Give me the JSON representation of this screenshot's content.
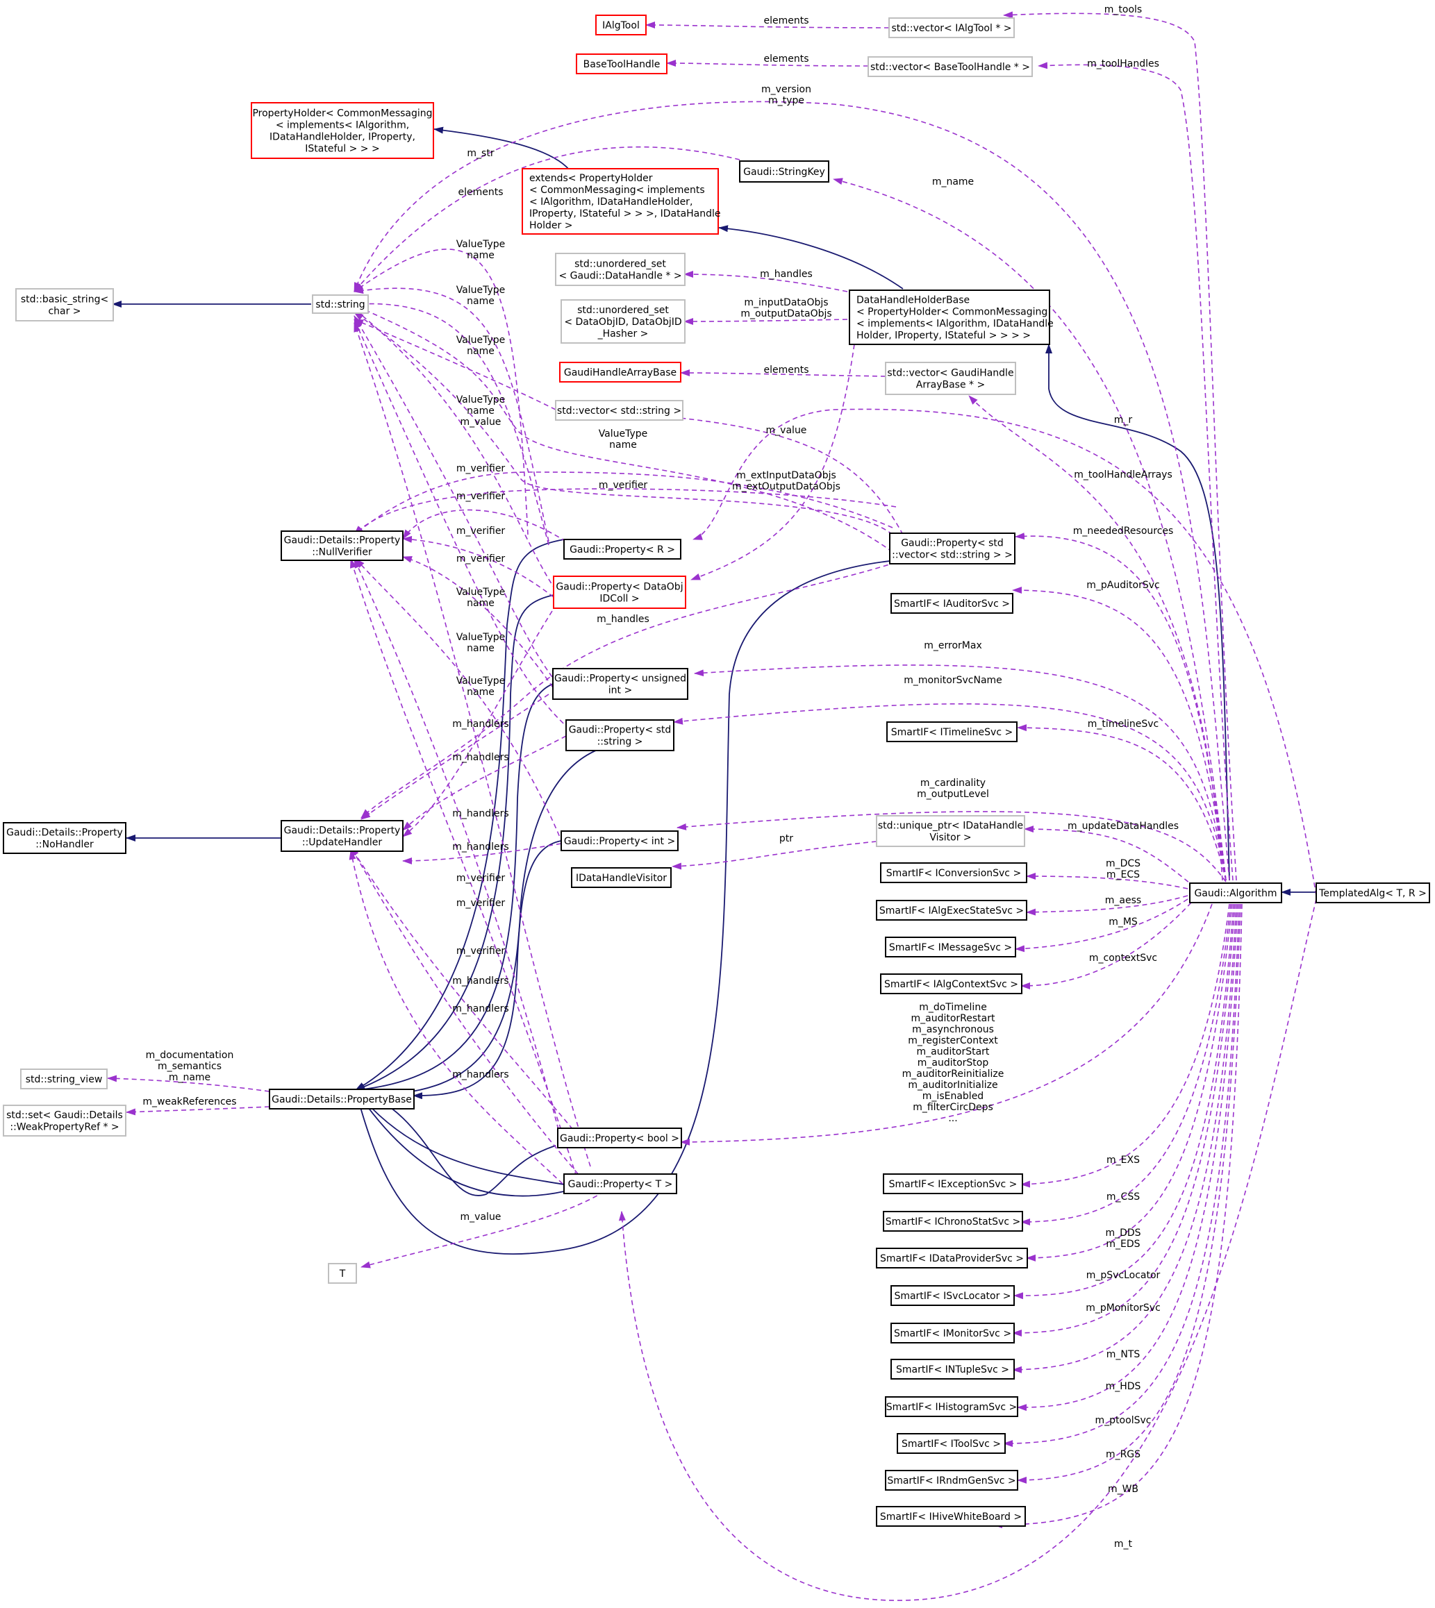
{
  "colors": {
    "highlight_fill": "#bfbfbf",
    "red_border": "#ff0000",
    "black_border": "#000000",
    "gray_border": "#bfbfbf",
    "usage_edge": "#9a32cd",
    "inherit_edge": "#191970"
  },
  "nodes": {
    "ialgtool": {
      "lines": [
        "IAlgTool"
      ],
      "border": "red"
    },
    "basetoolhandle": {
      "lines": [
        "BaseToolHandle"
      ],
      "border": "red"
    },
    "propertyholder": {
      "lines": [
        "PropertyHolder< CommonMessaging",
        "< implements< IAlgorithm,",
        "IDataHandleHolder, IProperty,",
        "IStateful > > >"
      ],
      "border": "red"
    },
    "extends": {
      "lines": [
        "extends< PropertyHolder",
        "< CommonMessaging< implements",
        "< IAlgorithm, IDataHandleHolder,",
        "IProperty, IStateful > > >, IDataHandle",
        "Holder >"
      ],
      "border": "red"
    },
    "gaudihandlearraybase": {
      "lines": [
        "GaudiHandleArrayBase"
      ],
      "border": "red"
    },
    "prop_dataobjidcoll": {
      "lines": [
        "Gaudi::Property< DataObj",
        "IDColl >"
      ],
      "border": "red"
    },
    "vec_ialgtool": {
      "lines": [
        "std::vector< IAlgTool * >"
      ],
      "border": "gray"
    },
    "vec_basetoolhandle": {
      "lines": [
        "std::vector< BaseToolHandle * >"
      ],
      "border": "gray"
    },
    "stringkey": {
      "lines": [
        "Gaudi::StringKey"
      ],
      "border": "black"
    },
    "basic_string": {
      "lines": [
        "std::basic_string<",
        "char >"
      ],
      "border": "gray"
    },
    "std_string": {
      "lines": [
        "std::string"
      ],
      "border": "gray"
    },
    "unordered_set_dh": {
      "lines": [
        "std::unordered_set",
        "< Gaudi::DataHandle * >"
      ],
      "border": "gray"
    },
    "unordered_set_doid": {
      "lines": [
        "std::unordered_set",
        "< DataObjID, DataObjID",
        "_Hasher >"
      ],
      "border": "gray"
    },
    "datahandleholderbase": {
      "lines": [
        "DataHandleHolderBase",
        "< PropertyHolder< CommonMessaging",
        "< implements< IAlgorithm, IDataHandle",
        "Holder, IProperty, IStateful > > > >"
      ],
      "border": "black"
    },
    "vec_gaudihandle": {
      "lines": [
        "std::vector< GaudiHandle",
        "ArrayBase * >"
      ],
      "border": "gray"
    },
    "vec_string": {
      "lines": [
        "std::vector< std::string >"
      ],
      "border": "gray"
    },
    "nullverifier": {
      "lines": [
        "Gaudi::Details::Property",
        "::NullVerifier"
      ],
      "border": "black"
    },
    "prop_r": {
      "lines": [
        "Gaudi::Property< R >"
      ],
      "border": "black"
    },
    "prop_vecstring": {
      "lines": [
        "Gaudi::Property< std",
        "::vector< std::string > >"
      ],
      "border": "black"
    },
    "smart_auditor": {
      "lines": [
        "SmartIF< IAuditorSvc >"
      ],
      "border": "black"
    },
    "prop_unsigned": {
      "lines": [
        "Gaudi::Property< unsigned",
        "int >"
      ],
      "border": "black"
    },
    "prop_stdstring": {
      "lines": [
        "Gaudi::Property< std",
        "::string >"
      ],
      "border": "black"
    },
    "smart_timeline": {
      "lines": [
        "SmartIF< ITimelineSvc >"
      ],
      "border": "black"
    },
    "nohandler": {
      "lines": [
        "Gaudi::Details::Property",
        "::NoHandler"
      ],
      "border": "black"
    },
    "updatehandler": {
      "lines": [
        "Gaudi::Details::Property",
        "::UpdateHandler"
      ],
      "border": "black"
    },
    "prop_int": {
      "lines": [
        "Gaudi::Property< int >"
      ],
      "border": "black"
    },
    "unique_ptr": {
      "lines": [
        "std::unique_ptr< IDataHandle",
        "Visitor >"
      ],
      "border": "gray"
    },
    "idatahandlevisitor": {
      "lines": [
        "IDataHandleVisitor"
      ],
      "border": "black"
    },
    "smart_conversion": {
      "lines": [
        "SmartIF< IConversionSvc >"
      ],
      "border": "black"
    },
    "algorithm": {
      "lines": [
        "Gaudi::Algorithm"
      ],
      "border": "black"
    },
    "templatedalg": {
      "lines": [
        "TemplatedAlg< T, R >"
      ],
      "border": "black",
      "highlight": true
    },
    "smart_algexec": {
      "lines": [
        "SmartIF< IAlgExecStateSvc >"
      ],
      "border": "black"
    },
    "smart_message": {
      "lines": [
        "SmartIF< IMessageSvc >"
      ],
      "border": "black"
    },
    "smart_algcontext": {
      "lines": [
        "SmartIF< IAlgContextSvc >"
      ],
      "border": "black"
    },
    "string_view": {
      "lines": [
        "std::string_view"
      ],
      "border": "gray"
    },
    "propertybase": {
      "lines": [
        "Gaudi::Details::PropertyBase"
      ],
      "border": "black"
    },
    "set_weak": {
      "lines": [
        "std::set< Gaudi::Details",
        "::WeakPropertyRef * >"
      ],
      "border": "gray"
    },
    "prop_bool": {
      "lines": [
        "Gaudi::Property< bool >"
      ],
      "border": "black"
    },
    "prop_t": {
      "lines": [
        "Gaudi::Property< T >"
      ],
      "border": "black"
    },
    "t": {
      "lines": [
        "T"
      ],
      "border": "gray"
    },
    "smart_exception": {
      "lines": [
        "SmartIF< IExceptionSvc >"
      ],
      "border": "black"
    },
    "smart_chrono": {
      "lines": [
        "SmartIF< IChronoStatSvc >"
      ],
      "border": "black"
    },
    "smart_dataprovider": {
      "lines": [
        "SmartIF< IDataProviderSvc >"
      ],
      "border": "black"
    },
    "smart_svclocator": {
      "lines": [
        "SmartIF< ISvcLocator >"
      ],
      "border": "black"
    },
    "smart_monitor": {
      "lines": [
        "SmartIF< IMonitorSvc >"
      ],
      "border": "black"
    },
    "smart_ntuple": {
      "lines": [
        "SmartIF< INTupleSvc >"
      ],
      "border": "black"
    },
    "smart_histogram": {
      "lines": [
        "SmartIF< IHistogramSvc >"
      ],
      "border": "black"
    },
    "smart_tool": {
      "lines": [
        "SmartIF< IToolSvc >"
      ],
      "border": "black"
    },
    "smart_rndm": {
      "lines": [
        "SmartIF< IRndmGenSvc >"
      ],
      "border": "black"
    },
    "smart_whiteboard": {
      "lines": [
        "SmartIF< IHiveWhiteBoard >"
      ],
      "border": "black"
    }
  },
  "edge_labels": {
    "el_elements_tool": [
      "elements"
    ],
    "el_elements_bth": [
      "elements"
    ],
    "el_m_tools": [
      "m_tools"
    ],
    "el_m_toolhandles": [
      "m_toolHandles"
    ],
    "el_version": [
      "m_version",
      "m_type"
    ],
    "el_m_str": [
      "m_str"
    ],
    "el_m_name": [
      "m_name"
    ],
    "el_elements_str": [
      "elements"
    ],
    "el_vt1": [
      "ValueType",
      "name"
    ],
    "el_m_handles_dh": [
      "m_handles"
    ],
    "el_vt2": [
      "ValueType",
      "name"
    ],
    "el_inputobjs": [
      "m_inputDataObjs",
      "m_outputDataObjs"
    ],
    "el_vt3": [
      "ValueType",
      "name"
    ],
    "el_elements_gh": [
      "elements"
    ],
    "el_vt4": [
      "ValueType",
      "name",
      "m_value"
    ],
    "el_m_r": [
      "m_r"
    ],
    "el_m_value_vec": [
      "m_value"
    ],
    "el_vt5": [
      "ValueType",
      "name"
    ],
    "el_toolhandlearrays": [
      "m_toolHandleArrays"
    ],
    "el_ext": [
      "m_extInputDataObjs",
      "m_extOutputDataObjs"
    ],
    "el_verifier1": [
      "m_verifier"
    ],
    "el_verifier2": [
      "m_verifier"
    ],
    "el_verifier3": [
      "m_verifier"
    ],
    "el_verifier4": [
      "m_verifier"
    ],
    "el_verifier5": [
      "m_verifier"
    ],
    "el_neededresources": [
      "m_neededResources"
    ],
    "el_vt6": [
      "ValueType",
      "name"
    ],
    "el_m_handles_mid": [
      "m_handles"
    ],
    "el_pauditorsvc": [
      "m_pAuditorSvc"
    ],
    "el_errormax": [
      "m_errorMax"
    ],
    "el_vt7": [
      "ValueType",
      "name"
    ],
    "el_monitorsvcname": [
      "m_monitorSvcName"
    ],
    "el_vt8": [
      "ValueType",
      "name"
    ],
    "el_handlers1": [
      "m_handlers"
    ],
    "el_timelinesvc": [
      "m_timelineSvc"
    ],
    "el_handlers2": [
      "m_handlers"
    ],
    "el_cardinality": [
      "m_cardinality",
      "m_outputLevel"
    ],
    "el_handlers3": [
      "m_handlers"
    ],
    "el_updatedatahandles": [
      "m_updateDataHandles"
    ],
    "el_ptr": [
      "ptr"
    ],
    "el_handlers4": [
      "m_handlers"
    ],
    "el_dcs": [
      "m_DCS",
      "m_ECS"
    ],
    "el_verifier6": [
      "m_verifier"
    ],
    "el_aess": [
      "m_aess"
    ],
    "el_verifier7": [
      "m_verifier"
    ],
    "el_ms": [
      "m_MS"
    ],
    "el_verifier8": [
      "m_verifier"
    ],
    "el_contextsvc": [
      "m_contextSvc"
    ],
    "el_handlers5": [
      "m_handlers"
    ],
    "el_handlers6": [
      "m_handlers"
    ],
    "el_dotimeline": [
      "m_doTimeline",
      "m_auditorRestart",
      "m_asynchronous",
      "m_registerContext",
      "m_auditorStart",
      "m_auditorStop",
      "m_auditorReinitialize",
      "m_auditorInitialize",
      "m_isEnabled",
      "m_filterCircDeps",
      "..."
    ],
    "el_documentation": [
      "m_documentation",
      "m_semantics",
      "m_name"
    ],
    "el_handlers7": [
      "m_handlers"
    ],
    "el_weakrefs": [
      "m_weakReferences"
    ],
    "el_exs": [
      "m_EXS"
    ],
    "el_css": [
      "m_CSS"
    ],
    "el_m_value_t": [
      "m_value"
    ],
    "el_dds": [
      "m_DDS",
      "m_EDS"
    ],
    "el_psvclocator": [
      "m_pSvcLocator"
    ],
    "el_pmonitorsvc": [
      "m_pMonitorSvc"
    ],
    "el_nts": [
      "m_NTS"
    ],
    "el_hds": [
      "m_HDS"
    ],
    "el_ptoolsvc": [
      "m_ptoolSvc"
    ],
    "el_rgs": [
      "m_RGS"
    ],
    "el_wb": [
      "m_WB"
    ],
    "el_m_t": [
      "m_t"
    ]
  }
}
